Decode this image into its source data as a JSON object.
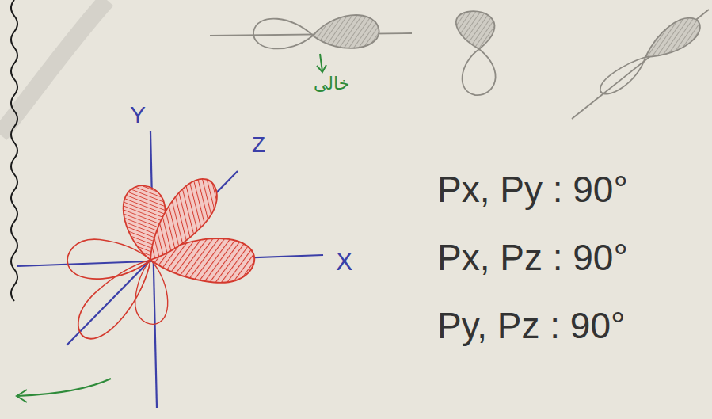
{
  "diagram": {
    "labels": [
      "Y",
      "Z",
      "X",
      "خالی",
      "Px, Py : 90°",
      "Px, Pz : 90°",
      "Py, Pz : 90°"
    ]
  }
}
